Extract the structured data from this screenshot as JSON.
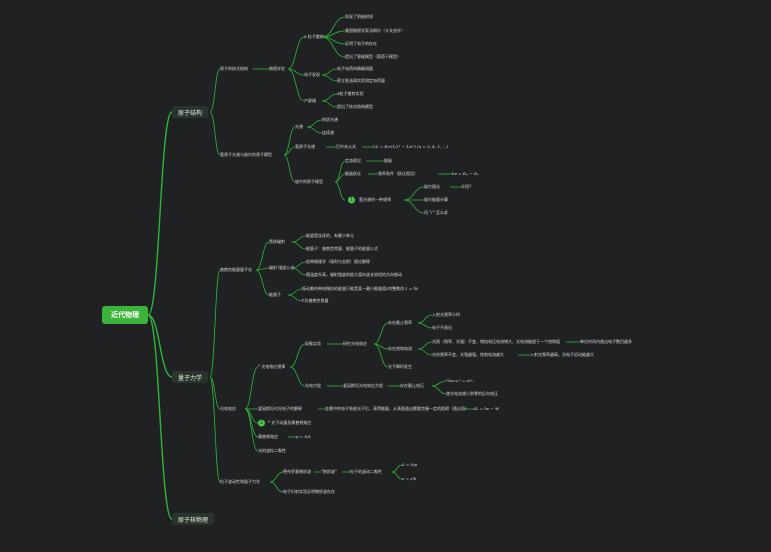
{
  "root": "近代物理",
  "main": {
    "atom": "原子结构",
    "quantum": "量子力学",
    "nucleus": "原子核物理"
  },
  "atom": {
    "history": "原子的核式结构",
    "research": "物理学史",
    "alpha": "α 粒子散射",
    "alpha_items": [
      "发现了阴极射线",
      "美国物理学家汤姆孙（卡文迪许）",
      "证明了电子的存在",
      "提出了枣糕模型（葡萄干模型）"
    ],
    "electron": "电子发现",
    "electron_items": [
      "电子电荷的精确测量",
      "密立根油滴实验测定电荷量"
    ],
    "lu": "卢瑟福",
    "lu_items": [
      "α粒子散射实验",
      "提出了核式结构模型"
    ],
    "spectrum_title": "氢原子光谱与玻尔的原子模型",
    "spectra": "光谱",
    "spectra_items": [
      "线状光谱",
      "连续谱"
    ],
    "hydrogen": "氢原子光谱",
    "balmer": "巴尔末公式",
    "balmer_formula": "1/λ = R∞(1/2² − 1/n²) (n = 3, 4, 5, …)",
    "bohr": "玻尔的原子模型",
    "bohr_state": "定态假设",
    "bohr_state_val": "能级",
    "transition": "能级跃迁",
    "transition_rule": "频率条件（跃迁假设）",
    "transition_formula": "hν = Eₘ − Eₙ",
    "badge1": "1",
    "bohr_note": "氢光谱的一种规律",
    "bohr_items": [
      "玻尔理论",
      "玻尔能量计算",
      "问 \"r\" 怎么求"
    ],
    "bohr_sub": "半径?"
  },
  "quantum": {
    "bb": "普朗克能量量子化",
    "bb_radiation": "黑体辐射",
    "bb_items": [
      "能量是连续的，有最小单元",
      "能量子：普朗克常量、能量子的能量公式"
    ],
    "bb_curve": "辐射·强度公式",
    "bb_curve_items": [
      "经典物理学（瑞利与金斯）理论解释",
      "随温度升高，辐射强度的极大值向波长较短的方向移动"
    ],
    "bb_quant": "能量子",
    "bb_quant_items": [
      "振动着的带电微粒的能量只能是某一最小能量值ε的整数倍 ε = hν",
      "h为普朗克常量"
    ],
    "pe": "光电效应",
    "pe_law": "* 光电效应规律",
    "pe_phen": "现象实验",
    "pe_exp": "研究光电效应",
    "pe_exp_items": [
      "存在截止频率",
      "存在饱和电流",
      "光子瞬时发生"
    ],
    "pe_exp_sub1": [
      "入射光频率小时",
      "电子不逸出"
    ],
    "pe_exp_sub2": [
      "光照（频率、光强）不变，增加电压电流增大，光电流能趋于一个饱和值",
      "单位时间内逸出电子数目越多"
    ],
    "pe_exp_sub3": [
      "光的频率不变，光强越强，饱和电流越大",
      "入射光频率越高，光电子初动能越大"
    ],
    "pe_eq": "光电方程",
    "pe_eq_detail": "爱因斯坦光电效应方程",
    "pe_eq_sub": "存在截止电压",
    "pe_eq_formula": "½mₑvₑ² = eUₑ",
    "pe_eq_note": "使光电流减小到零的反向电压",
    "pe_ein": "爱因斯坦对光电子的解释",
    "pe_ein_note": "金属中的电子吸收光子后，获得能量，从表面逸出需要克服一定的阻碍（逸出功）",
    "pe_ein_formula": "Eₖ = hν − W",
    "badge2": "2",
    "pe_compt": "康普顿效应",
    "pe_compt_formula": "p = h/λ",
    "pe_light": "光的波粒二象性",
    "pe_light_note": "* 光子动量及康普顿效应",
    "dual": "粒子波动性和量子力学",
    "dual_de": "德布罗意物质波",
    "dual_de_note": "\"物质波\"",
    "dual_de_wave": "粒子的波动二象性",
    "dual_formula1": "λ = h/p",
    "dual_formula2": "ν = ε/h",
    "dual_elec": "电子衍射实验证明物质波存在"
  },
  "colors": {
    "background": "#1f2123",
    "accent": "#3cb43c",
    "link": "#2fb63a"
  }
}
